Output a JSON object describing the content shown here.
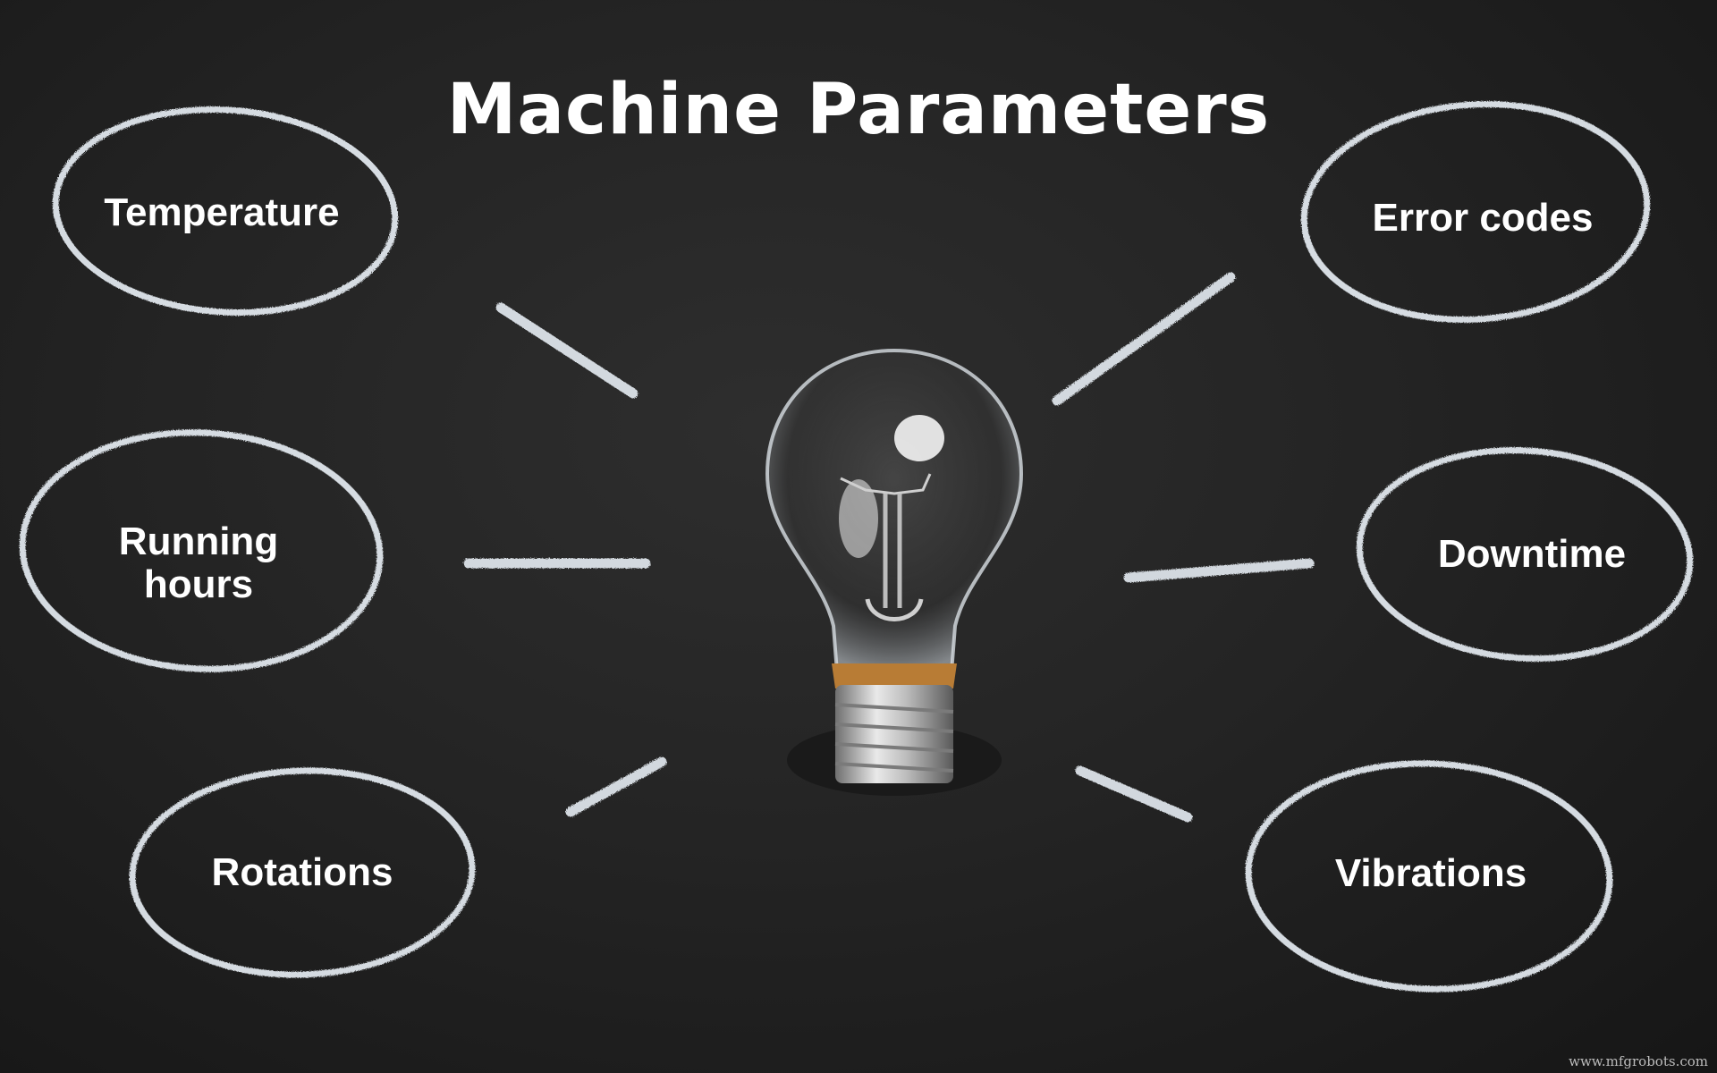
{
  "title": "Machine Parameters",
  "center_icon": "light-bulb-icon",
  "nodes": [
    {
      "id": "temperature",
      "lines": [
        "Temperature"
      ],
      "side": "left"
    },
    {
      "id": "running-hours",
      "lines": [
        "Running",
        "hours"
      ],
      "side": "left"
    },
    {
      "id": "rotations",
      "lines": [
        "Rotations"
      ],
      "side": "left"
    },
    {
      "id": "error-codes",
      "lines": [
        "Error codes"
      ],
      "side": "right"
    },
    {
      "id": "downtime",
      "lines": [
        "Downtime"
      ],
      "side": "right"
    },
    {
      "id": "vibrations",
      "lines": [
        "Vibrations"
      ],
      "side": "right"
    }
  ],
  "watermark": "www.mfgrobots.com",
  "colors": {
    "board": "#222222",
    "chalk": "#e8eef4",
    "text": "#ffffff"
  }
}
